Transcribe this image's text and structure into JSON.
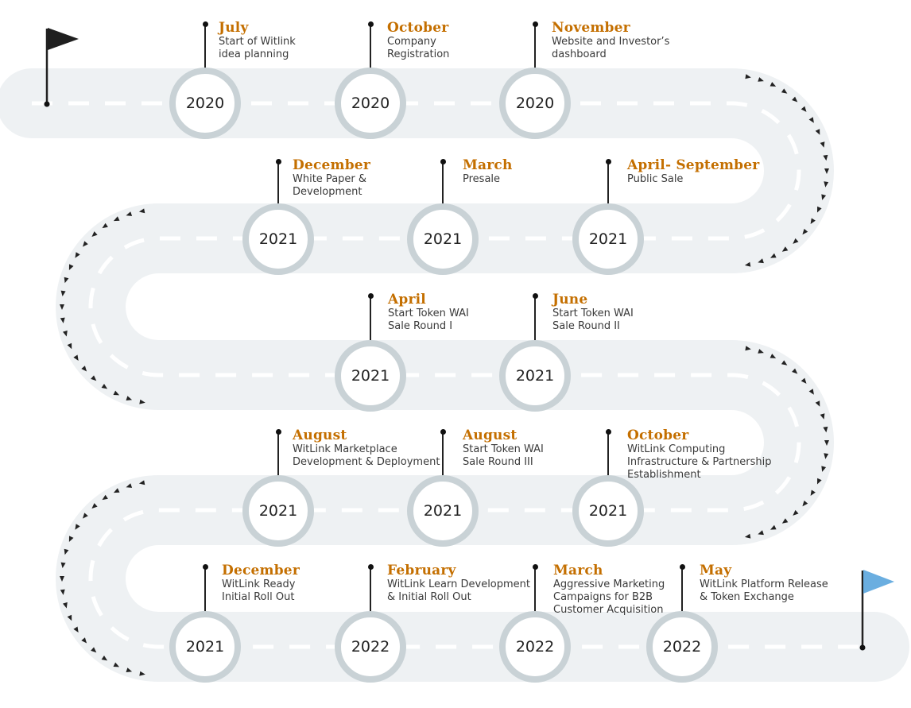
{
  "colors": {
    "month": "#c46f00",
    "ring": "#c9d2d6",
    "road": "#eef1f3",
    "road_dash": "#ffffff",
    "start_flag": "#1f1f1f",
    "finish_flag": "#6aaee0",
    "chevron": "#222222"
  },
  "flags": {
    "start": {
      "icon": "flag-icon-black"
    },
    "finish": {
      "icon": "flag-icon-blue"
    }
  },
  "milestones": [
    {
      "year": "2020",
      "month": "July",
      "lines": [
        "Start of Witlink",
        "idea planning"
      ]
    },
    {
      "year": "2020",
      "month": "October",
      "lines": [
        "Company",
        "Registration"
      ]
    },
    {
      "year": "2020",
      "month": "November",
      "lines": [
        "Website and Investor’s",
        "dashboard"
      ]
    },
    {
      "year": "2021",
      "month": "December",
      "lines": [
        "White Paper &",
        "Development"
      ]
    },
    {
      "year": "2021",
      "month": "March",
      "lines": [
        "Presale"
      ]
    },
    {
      "year": "2021",
      "month": "April- September",
      "lines": [
        "Public Sale"
      ]
    },
    {
      "year": "2021",
      "month": "April",
      "lines": [
        "Start Token WAI",
        "Sale Round I"
      ]
    },
    {
      "year": "2021",
      "month": "June",
      "lines": [
        "Start Token WAI",
        "Sale Round II"
      ]
    },
    {
      "year": "2021",
      "month": "August",
      "lines": [
        "WitLink Marketplace",
        "Development & Deployment"
      ]
    },
    {
      "year": "2021",
      "month": "August",
      "lines": [
        "Start Token WAI",
        "Sale Round III"
      ]
    },
    {
      "year": "2021",
      "month": "October",
      "lines": [
        "WitLink Computing",
        "Infrastructure & Partnership",
        "Establishment"
      ]
    },
    {
      "year": "2021",
      "month": "December",
      "lines": [
        "WitLink Ready",
        "Initial Roll Out"
      ]
    },
    {
      "year": "2022",
      "month": "February",
      "lines": [
        "WitLink Learn Development",
        "& Initial Roll Out"
      ]
    },
    {
      "year": "2022",
      "month": "March",
      "lines": [
        "Aggressive Marketing",
        "Campaigns for B2B",
        "Customer Acquisition"
      ]
    },
    {
      "year": "2022",
      "month": "May",
      "lines": [
        "WitLink Platform Release",
        "& Token Exchange"
      ]
    }
  ]
}
